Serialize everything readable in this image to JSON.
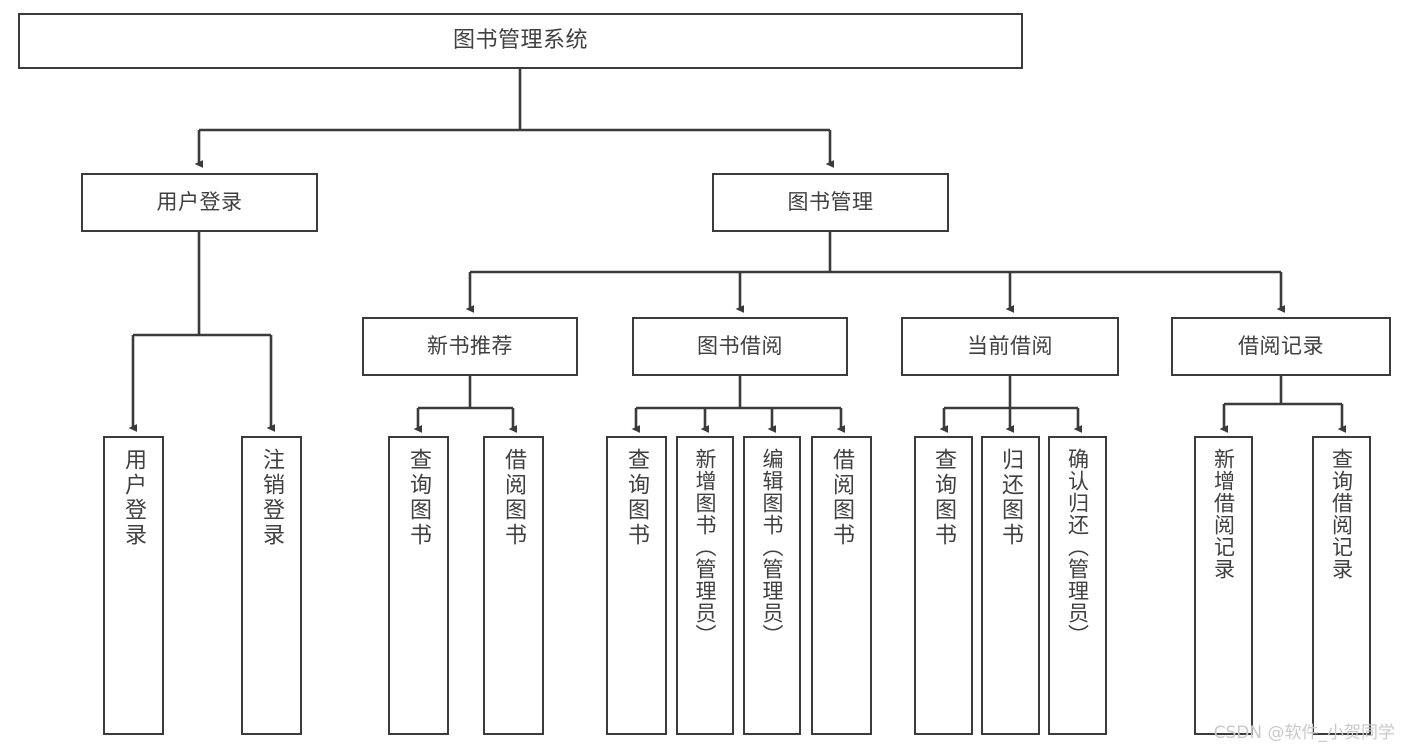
{
  "diagram": {
    "title": "图书管理系统",
    "type": "tree",
    "root": {
      "label": "图书管理系统"
    },
    "level2": [
      {
        "label": "用户登录"
      },
      {
        "label": "图书管理"
      }
    ],
    "level3": [
      {
        "label": "新书推荐"
      },
      {
        "label": "图书借阅"
      },
      {
        "label": "当前借阅"
      },
      {
        "label": "借阅记录"
      }
    ],
    "leaves": {
      "user_login": [
        {
          "label": "用户登录"
        },
        {
          "label": "注销登录"
        }
      ],
      "new_book_recommend": [
        {
          "label": "查询图书"
        },
        {
          "label": "借阅图书"
        }
      ],
      "book_borrow": [
        {
          "label": "查询图书"
        },
        {
          "label": "新增图书（管理员）"
        },
        {
          "label": "编辑图书（管理员）"
        },
        {
          "label": "借阅图书"
        }
      ],
      "current_borrow": [
        {
          "label": "查询图书"
        },
        {
          "label": "归还图书"
        },
        {
          "label": "确认归还（管理员）"
        }
      ],
      "borrow_record": [
        {
          "label": "新增借阅记录"
        },
        {
          "label": "查询借阅记录"
        }
      ]
    }
  },
  "watermark": {
    "text": "CSDN @软件_小贺同学"
  },
  "colors": {
    "box_border": "#3b3b3b",
    "box_fill": "#ffffff",
    "text": "#404040",
    "connector": "#3b3b3b",
    "watermark": "#c9c9c9",
    "background": "#ffffff"
  }
}
